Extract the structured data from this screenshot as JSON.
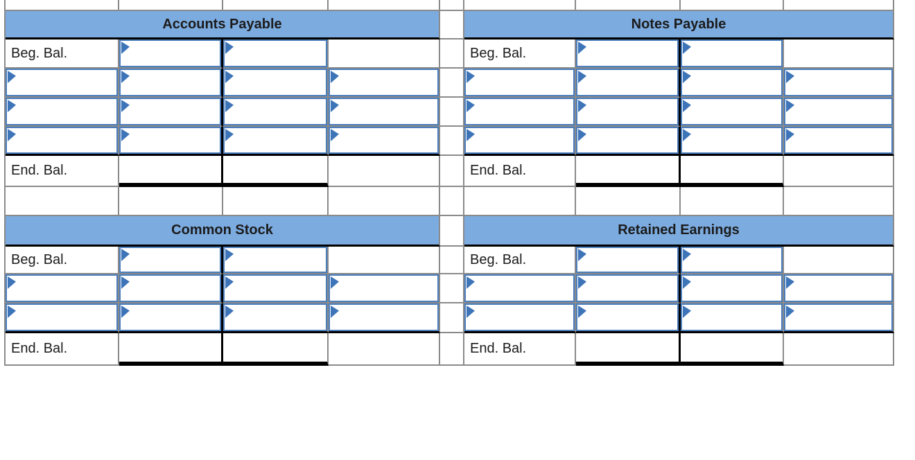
{
  "worksheet": {
    "row_labels": {
      "beg": "Beg. Bal.",
      "end": "End. Bal."
    },
    "accounts": {
      "accounts_payable": {
        "title": "Accounts Payable"
      },
      "notes_payable": {
        "title": "Notes Payable"
      },
      "common_stock": {
        "title": "Common Stock"
      },
      "retained_earnings": {
        "title": "Retained Earnings"
      }
    },
    "colors": {
      "header_bg": "#7cabdf",
      "entry_border": "#4a7ebd",
      "flag_icon": "#3e74b8",
      "gridline": "#8a8a8a",
      "black_rule": "#000000"
    }
  }
}
